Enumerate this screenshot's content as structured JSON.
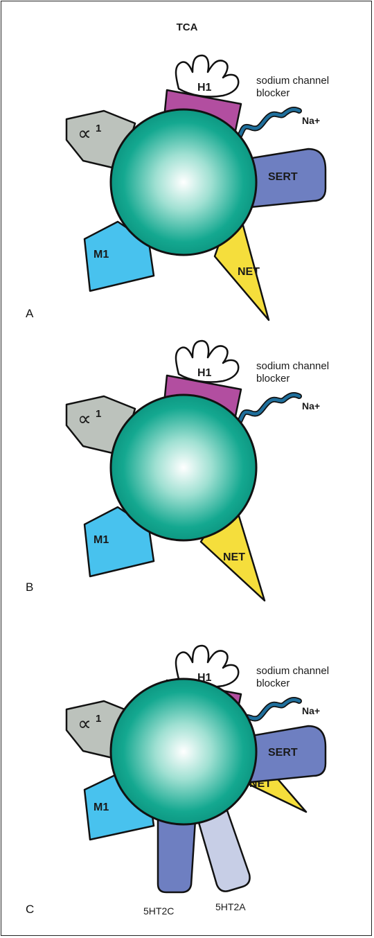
{
  "title": "TCA",
  "colors": {
    "ball": "#0fa08c",
    "ball_highlight": "#ffffff",
    "alpha1": "#bcc2bc",
    "h1_base": "#b24ea0",
    "sert": "#6e7fc1",
    "net": "#f5de3c",
    "m1": "#48c2ee",
    "sodium_wire": "#1f6f9c",
    "ht2c": "#6e7fc1",
    "ht2a": "#c7cee6"
  },
  "panels": [
    {
      "letter": "A",
      "labels": {
        "alpha": "∝",
        "alpha_sup": "1",
        "h1": "H1",
        "sodium": "sodium channel",
        "blocker": "blocker",
        "na": "Na+",
        "sert": "SERT",
        "m1": "M1",
        "net": "NET"
      }
    },
    {
      "letter": "B",
      "labels": {
        "alpha": "∝",
        "alpha_sup": "1",
        "h1": "H1",
        "sodium": "sodium channel",
        "blocker": "blocker",
        "na": "Na+",
        "m1": "M1",
        "net": "NET"
      }
    },
    {
      "letter": "C",
      "labels": {
        "alpha": "∝",
        "alpha_sup": "1",
        "h1": "H1",
        "sodium": "sodium channel",
        "blocker": "blocker",
        "na": "Na+",
        "sert": "SERT",
        "m1": "M1",
        "net": "NET",
        "ht2c": "5HT2C",
        "ht2a": "5HT2A"
      }
    }
  ]
}
